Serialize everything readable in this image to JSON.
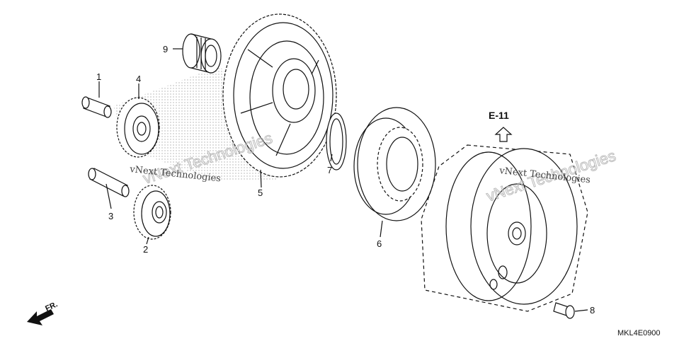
{
  "callouts": {
    "p1": "1",
    "p2": "2",
    "p3": "3",
    "p4": "4",
    "p5": "5",
    "p6": "6",
    "p7": "7",
    "p8": "8",
    "p9": "9"
  },
  "reference": {
    "label": "E-11"
  },
  "diagram_code": "MKL4E0900",
  "direction": {
    "label": "FR."
  },
  "watermark": {
    "brand": "vNext Technologies"
  }
}
